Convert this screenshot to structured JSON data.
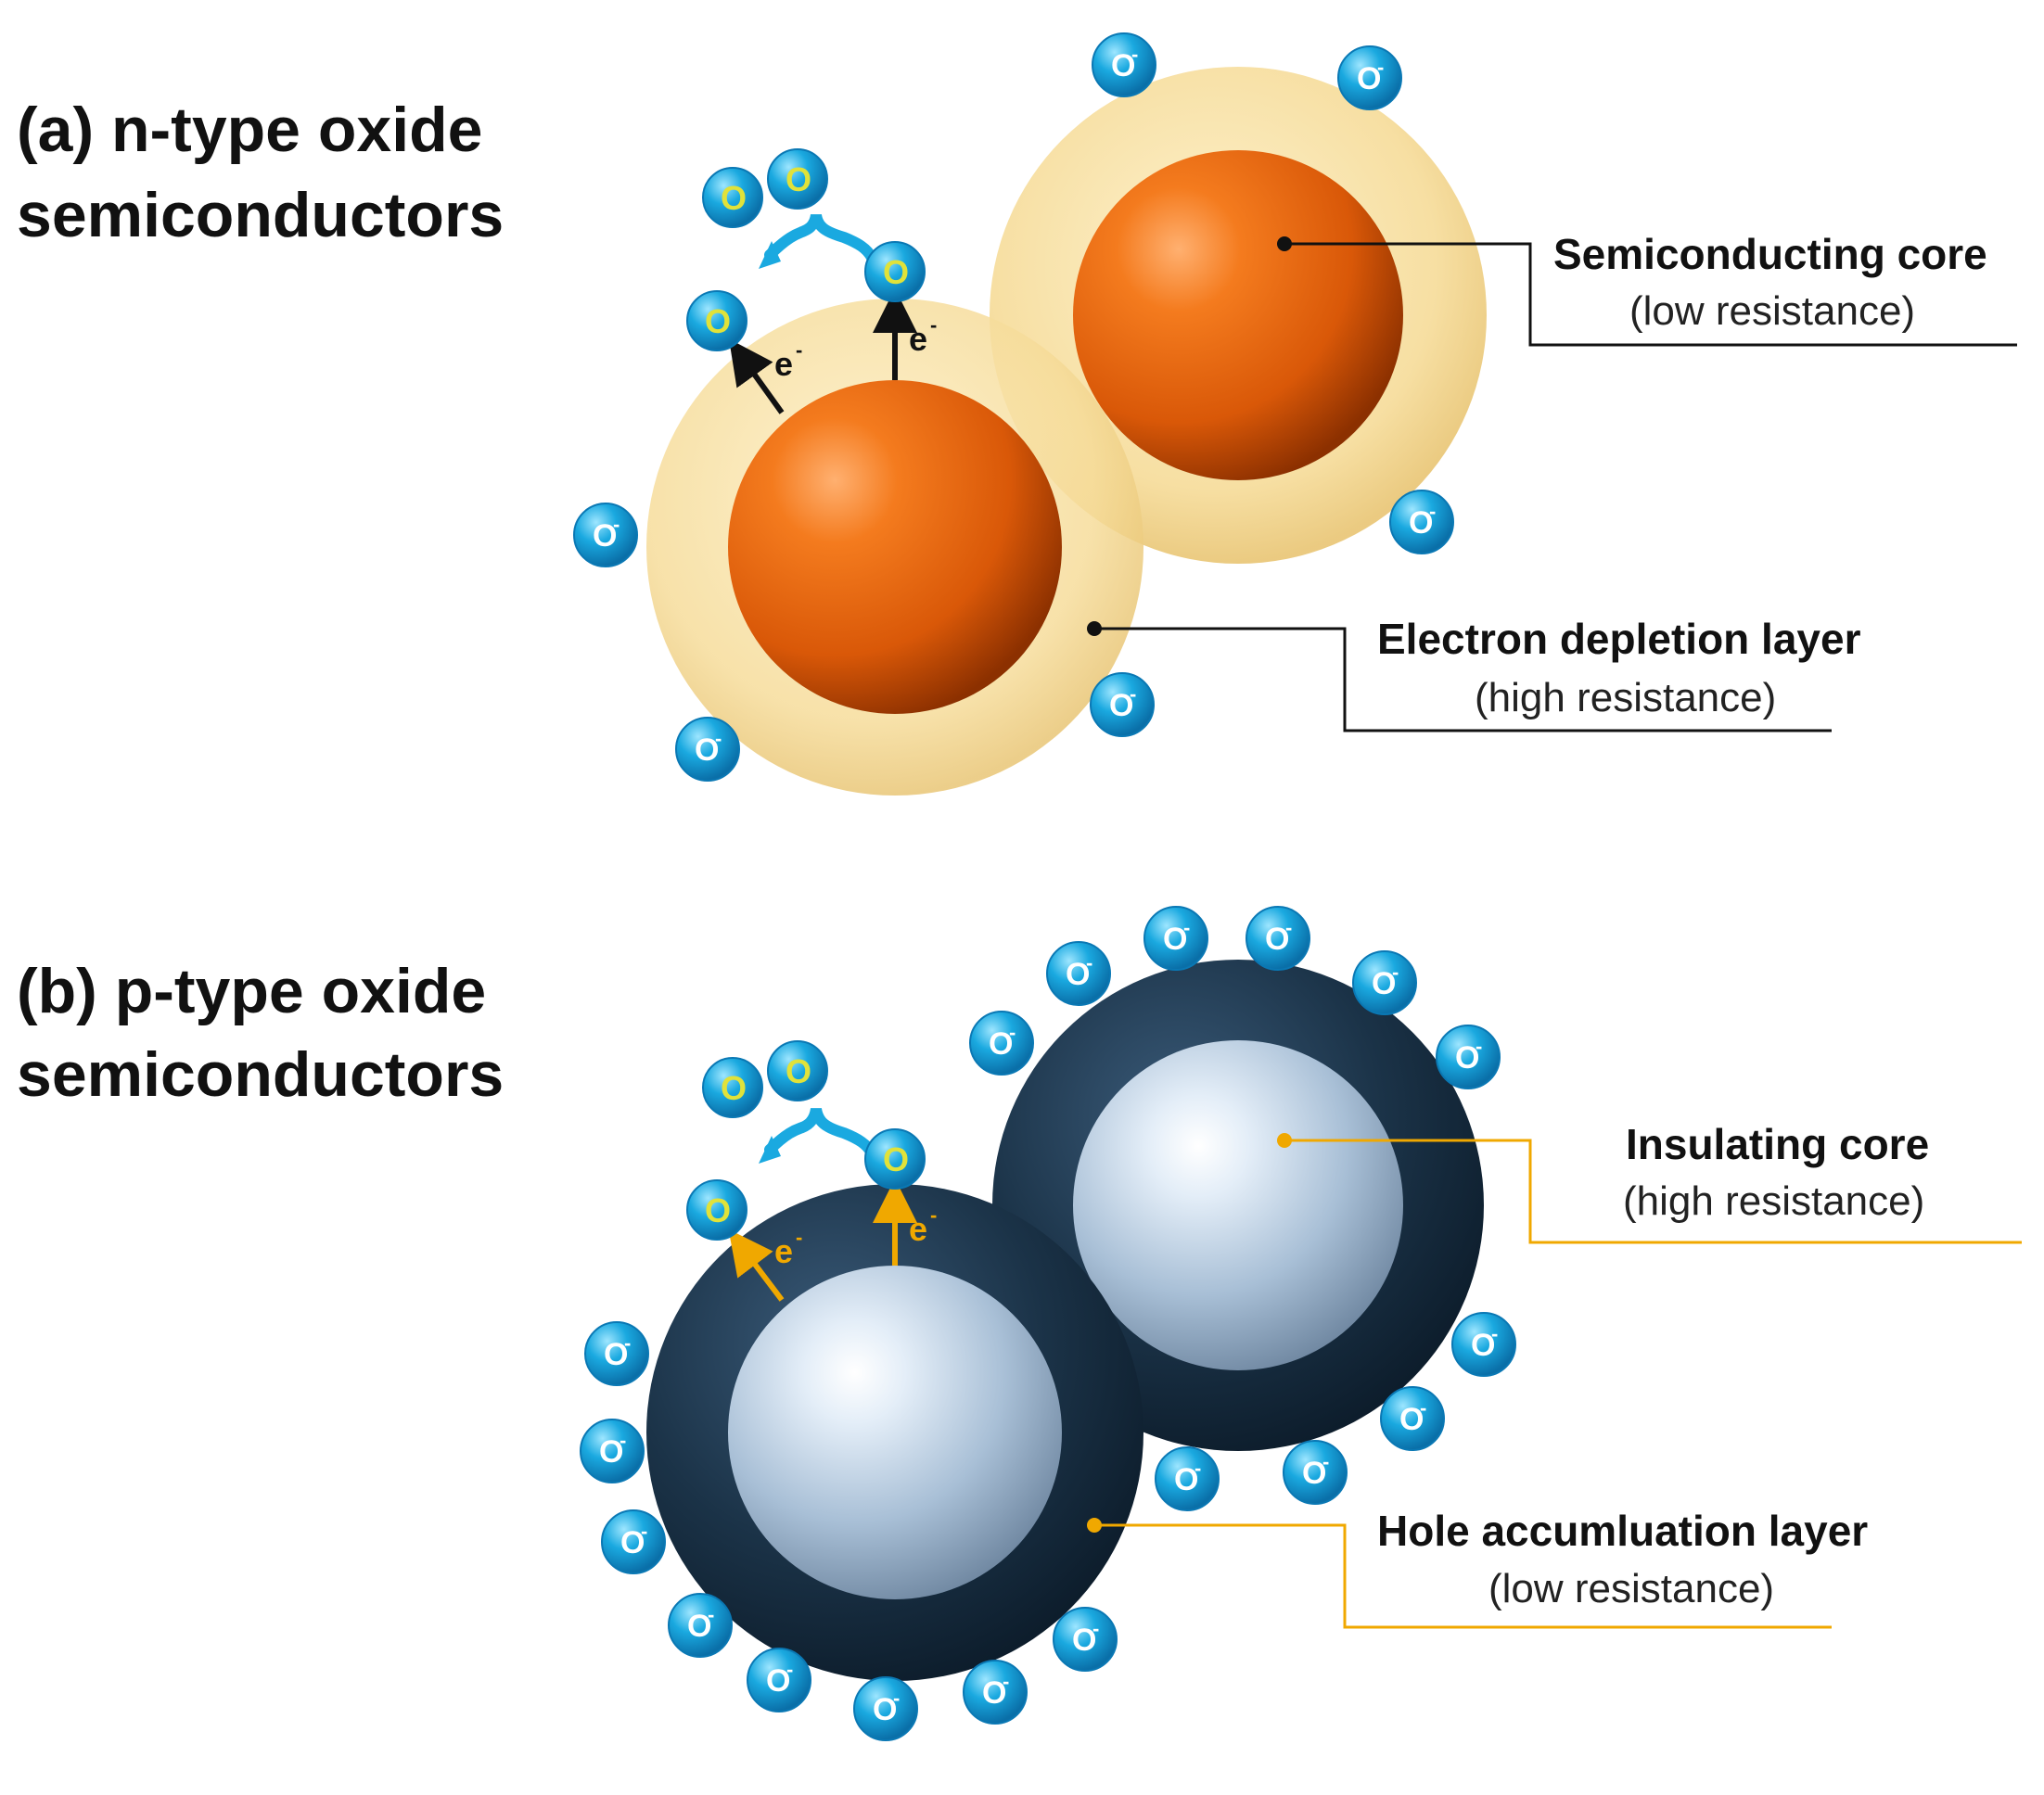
{
  "panel_a": {
    "heading_line1": "(a) n-type oxide",
    "heading_line2": "semiconductors",
    "core_label": "Semiconducting core",
    "core_sub": "(low resistance)",
    "layer_label": "Electron depletion layer",
    "layer_sub": "(high resistance)",
    "colors": {
      "shell": "#f6dc9a",
      "core": "#e8640d",
      "leader": "#111111"
    }
  },
  "panel_b": {
    "heading_line1": "(b) p-type oxide",
    "heading_line2": "semiconductors",
    "core_label": "Insulating core",
    "core_sub": "(high resistance)",
    "layer_label": "Hole accumluation layer",
    "layer_sub": "(low resistance)",
    "colors": {
      "shell": "#1b3348",
      "core": "#b8cde3",
      "leader": "#f0a800"
    }
  },
  "ion": {
    "letter": "O",
    "charge": "-"
  },
  "molecule": {
    "letter": "O"
  },
  "electron": {
    "letter": "e",
    "charge": "-"
  },
  "colors": {
    "ion": "#1aa9e0",
    "ion_dark": "#0a78b4",
    "molecule_text": "#e0e23a"
  }
}
